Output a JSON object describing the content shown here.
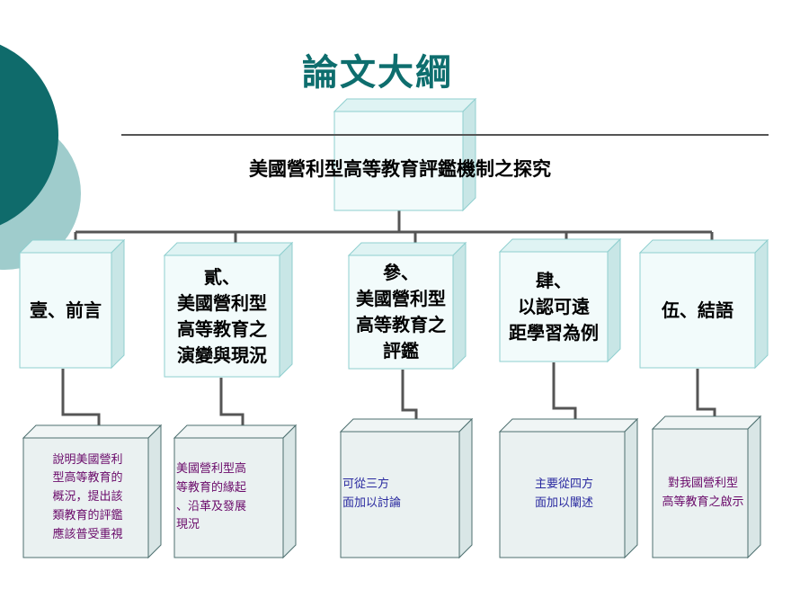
{
  "title": "論文大綱",
  "main_box": {
    "label": "美國營利型高等教育評鑑機制之探究"
  },
  "sections": [
    {
      "lines": [
        "壹、前言"
      ]
    },
    {
      "lines": [
        "貳、",
        "美國營利型",
        "高等教育之",
        "演變與現況"
      ]
    },
    {
      "lines": [
        "參、",
        "美國營利型",
        "高等教育之",
        "評鑑"
      ]
    },
    {
      "lines": [
        "肆、",
        "以認可遠",
        "距學習為例"
      ]
    },
    {
      "lines": [
        "伍、結語"
      ]
    }
  ],
  "details": [
    {
      "lines": [
        "說明美國營利",
        "型高等教育的",
        "概況，提出該",
        "類教育的評鑑",
        "應該普受重視"
      ]
    },
    {
      "lines": [
        "美國營利型高",
        "等教育的緣起",
        "、沿革及發展",
        "現況"
      ]
    },
    {
      "lines": [
        "可從三方",
        "面加以討論"
      ]
    },
    {
      "lines": [
        "主要從四方",
        "面加以闡述"
      ]
    },
    {
      "lines": [
        "對我國營利型",
        "高等教育之啟示"
      ]
    }
  ],
  "colors": {
    "title": "#0e6e6e",
    "upper_box_front": "#f2fbfb",
    "upper_box_side": "#c8e6e6",
    "upper_box_edge": "#8fcfcf",
    "lower_box_front": "#eaf1f1",
    "lower_box_side": "#d9e6e6",
    "lower_box_edge": "#4d6f6f",
    "circle_dark": "#0f6b6b",
    "circle_light": "#9fcccc"
  }
}
